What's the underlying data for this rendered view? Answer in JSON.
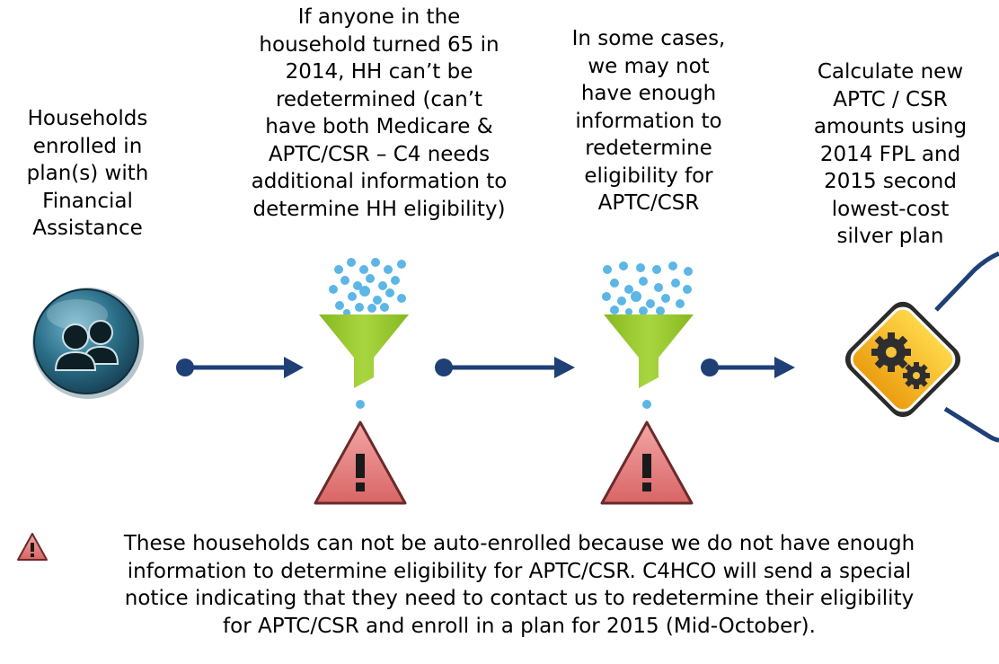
{
  "steps": [
    {
      "id": "households",
      "text": "Households\nenrolled in\nplan(s) with\nFinancial\nAssistance"
    },
    {
      "id": "medicare",
      "text": "If anyone in the\nhousehold turned 65 in\n2014, HH can’t be\nredetermined (can’t\nhave both Medicare &\nAPTC/CSR – C4 needs\nadditional information to\ndetermine HH eligibility)"
    },
    {
      "id": "info",
      "text": "In some cases,\nwe may not\nhave enough\ninformation to\nredetermine\neligibility for\nAPTC/CSR"
    },
    {
      "id": "calculate",
      "text": "Calculate new\nAPTC / CSR\namounts using\n2014 FPL and\n2015 second\nlowest-cost\nsilver plan"
    }
  ],
  "footer": {
    "text": "These households can not be auto-enrolled because we do not have enough\ninformation to determine eligibility for APTC/CSR.  C4HCO will send a special\nnotice indicating that they need to contact us to redetermine their eligibility\nfor APTC/CSR and enroll in a plan for 2015 (Mid-October)."
  },
  "icons": [
    "households-icon",
    "funnel-icon",
    "warning-icon",
    "gears-warning-icon",
    "arrow-icon"
  ],
  "colors": {
    "arrow": "#1f3f77",
    "funnel": "#9ccc2e",
    "drops": "#5cb6e6",
    "warning": "#e98484",
    "gear_sign": "#f5b817",
    "household_sphere": "#1f5f7a"
  }
}
